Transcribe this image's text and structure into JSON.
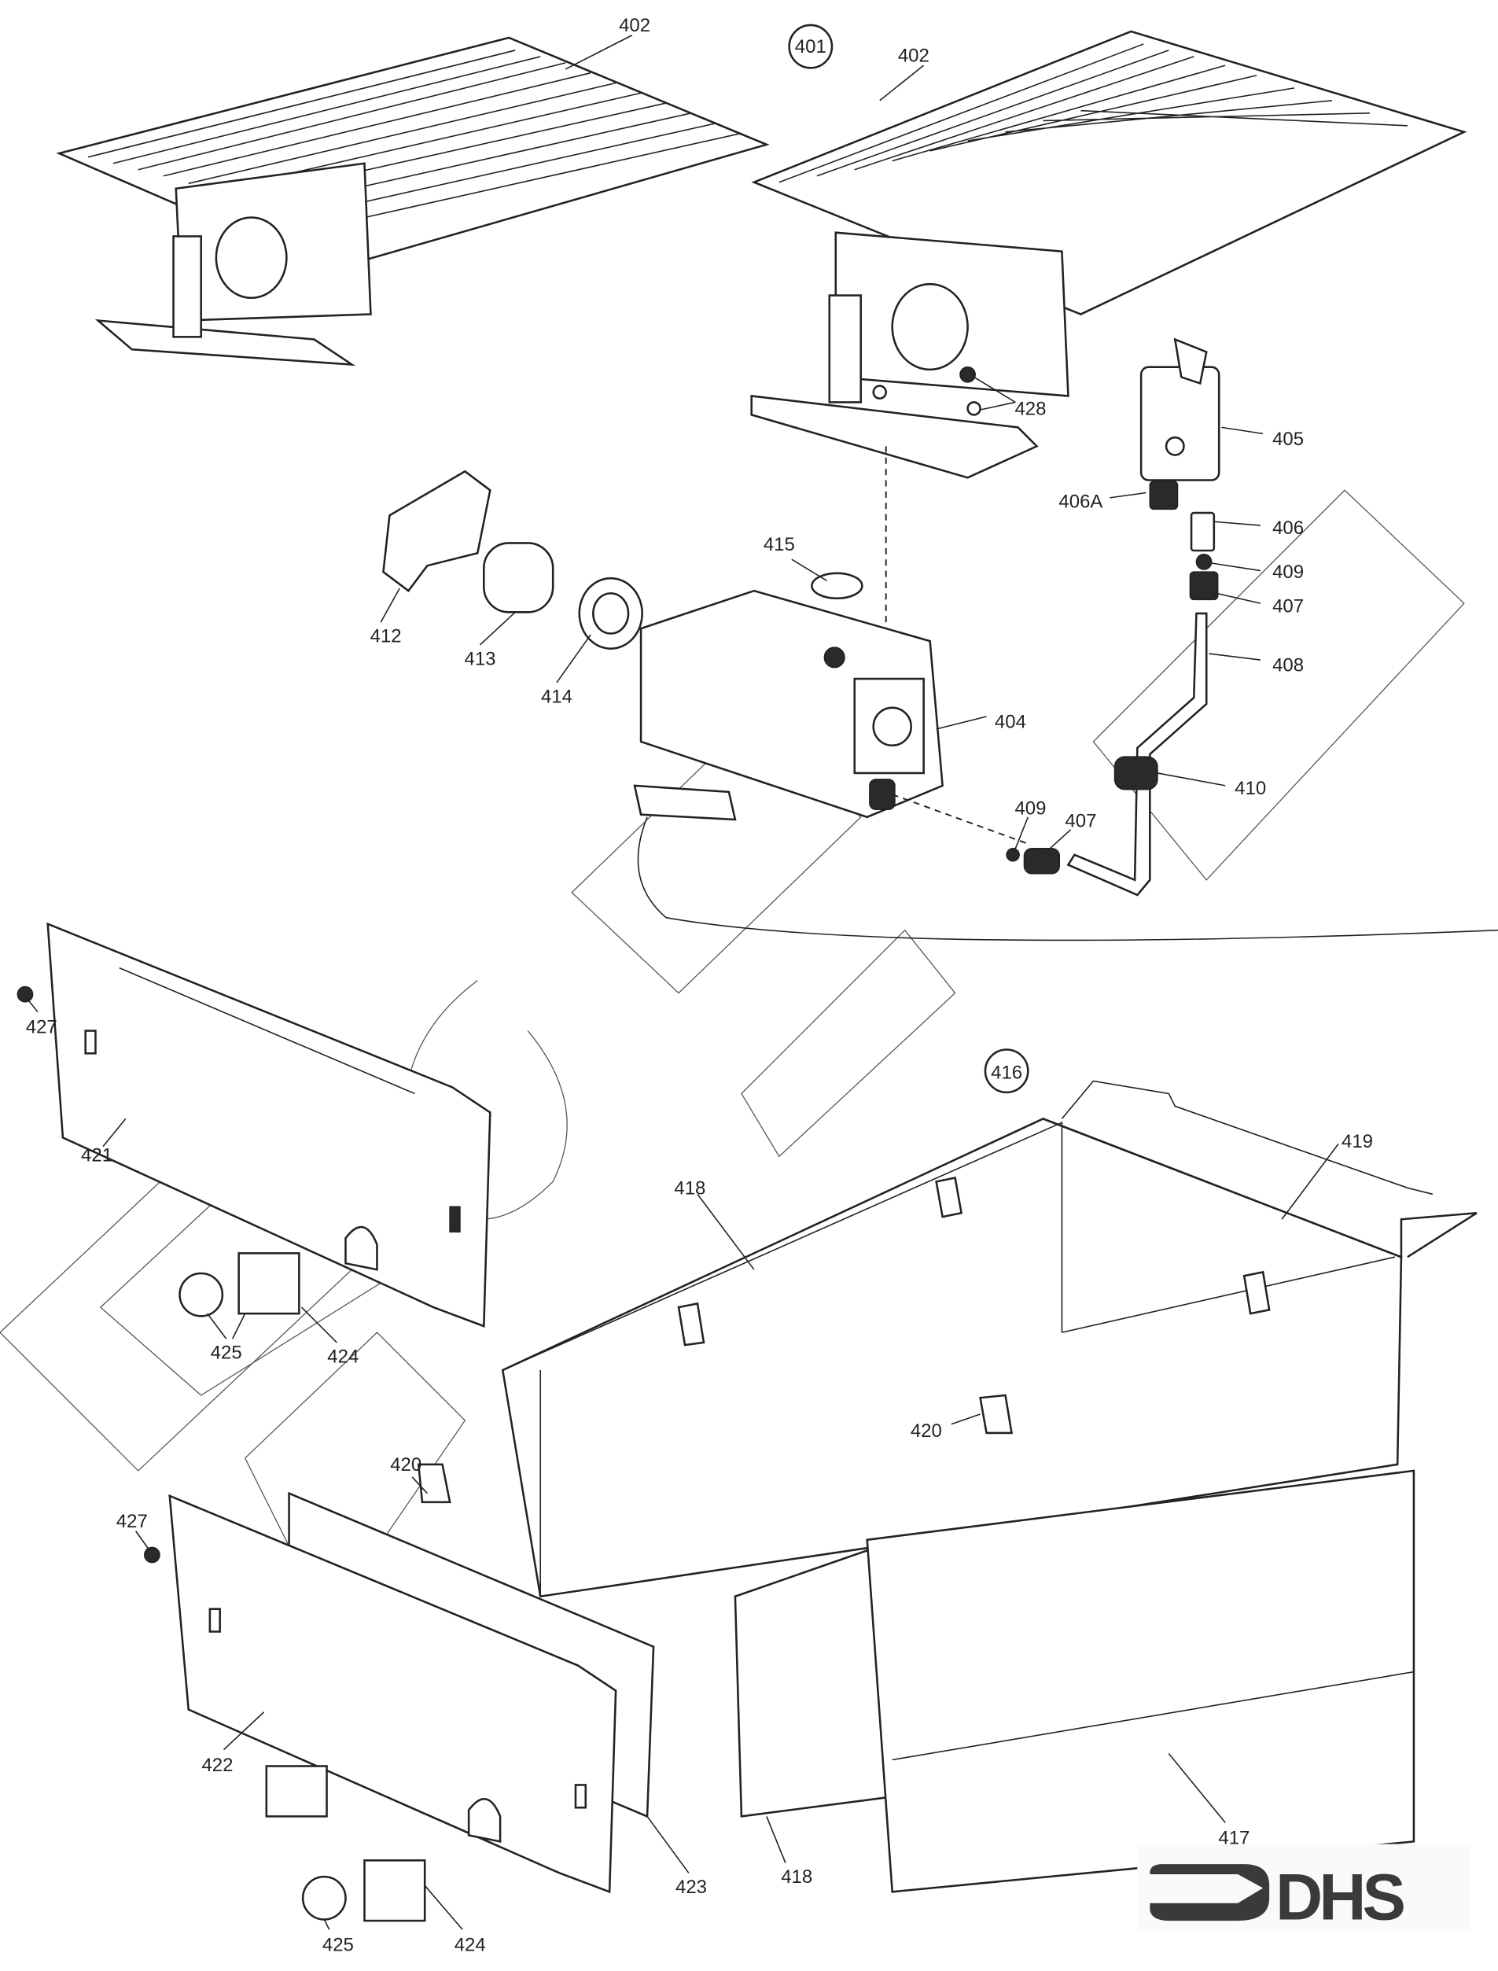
{
  "diagram": {
    "labels": {
      "burner_top_left": "402",
      "assembly_burner": "401",
      "burner_top_right": "402",
      "screws": "428",
      "pilot_burner": "405",
      "injector_406a": "406A",
      "injector_406": "406",
      "washer_top": "409",
      "nut_top": "407",
      "pilot_tube": "408",
      "o_ring": "415",
      "elbow": "412",
      "connector": "413",
      "nut_414": "414",
      "gas_valve": "404",
      "grommet": "410",
      "washer_bottom": "409",
      "nut_bottom": "407",
      "screw_top": "427",
      "panel_left_top": "421",
      "assembly_box": "416",
      "box_top": "419",
      "insulation_back": "418",
      "disc_top": "425",
      "square_top": "424",
      "clip_box": "420",
      "clip_left": "420",
      "screw_bottom": "427",
      "panel_left_bottom": "422",
      "insulation_side": "423",
      "insulation_front": "418",
      "front_panel": "417",
      "disc_bottom": "425",
      "square_bottom": "424"
    },
    "logo": {
      "text": "DHS",
      "color": "#3a3a3a"
    }
  }
}
